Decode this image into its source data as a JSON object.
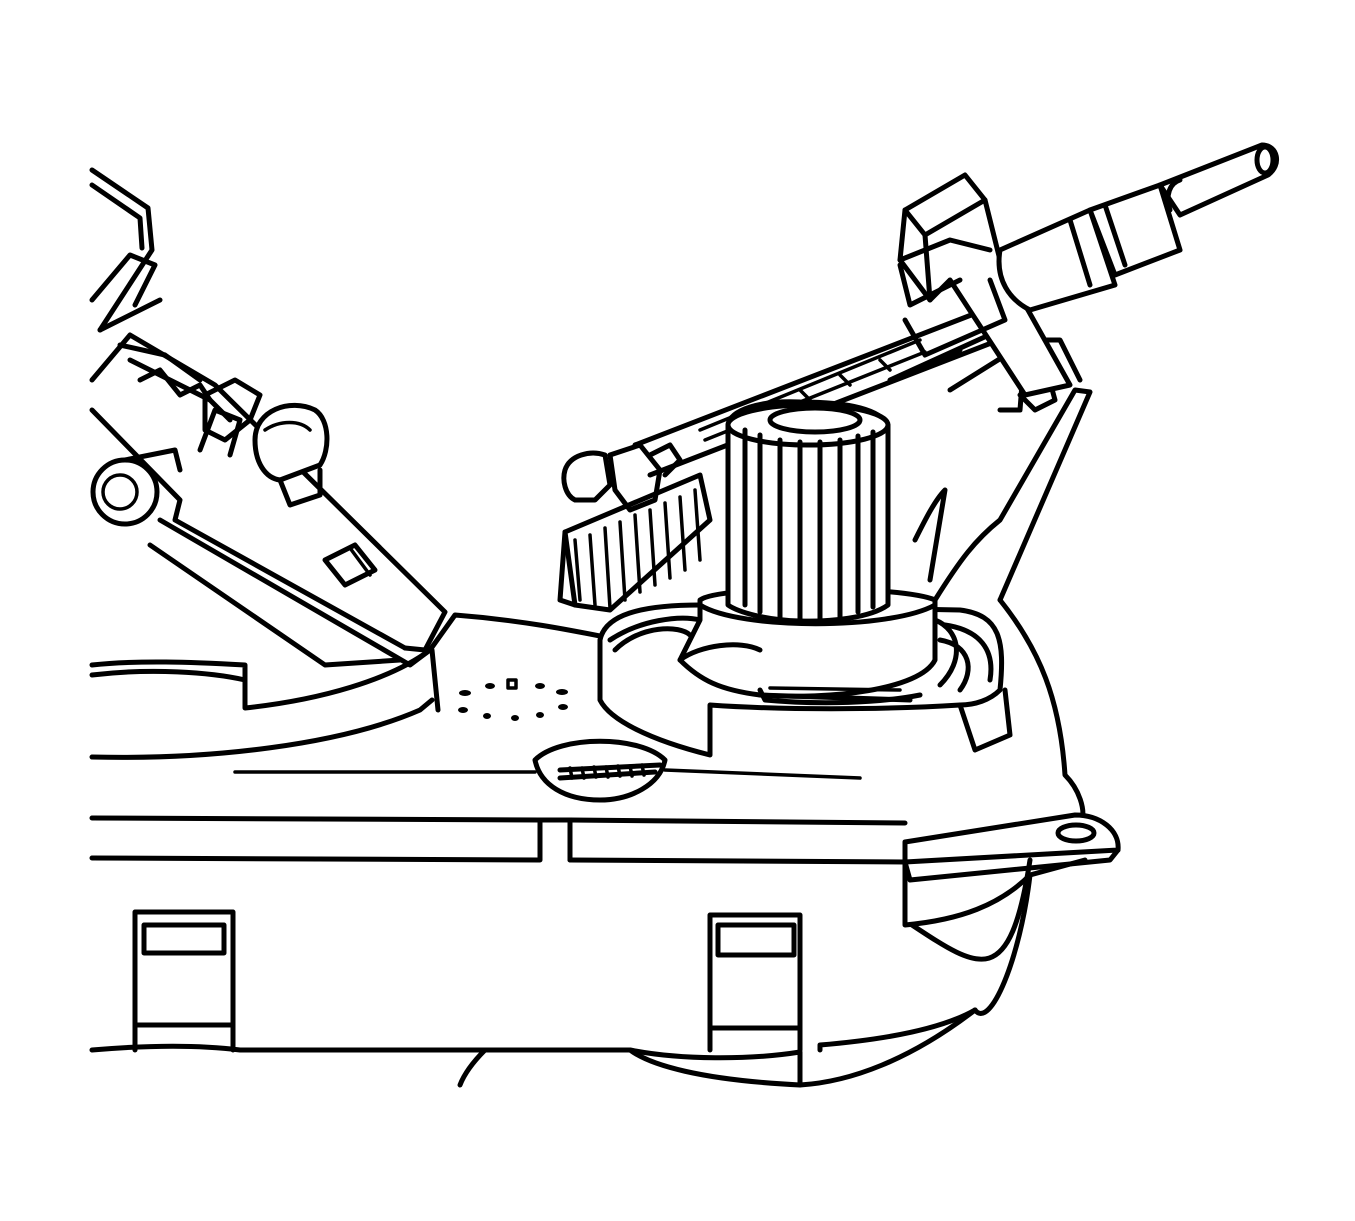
{
  "figure": {
    "type": "line-art technical illustration",
    "ink_color": "#000000",
    "background_color": "#ffffff",
    "parts": [
      "left-bracket-assembly",
      "knurled-knob",
      "lever-arm",
      "connector-cable",
      "housing-body",
      "mounting-tab"
    ]
  }
}
